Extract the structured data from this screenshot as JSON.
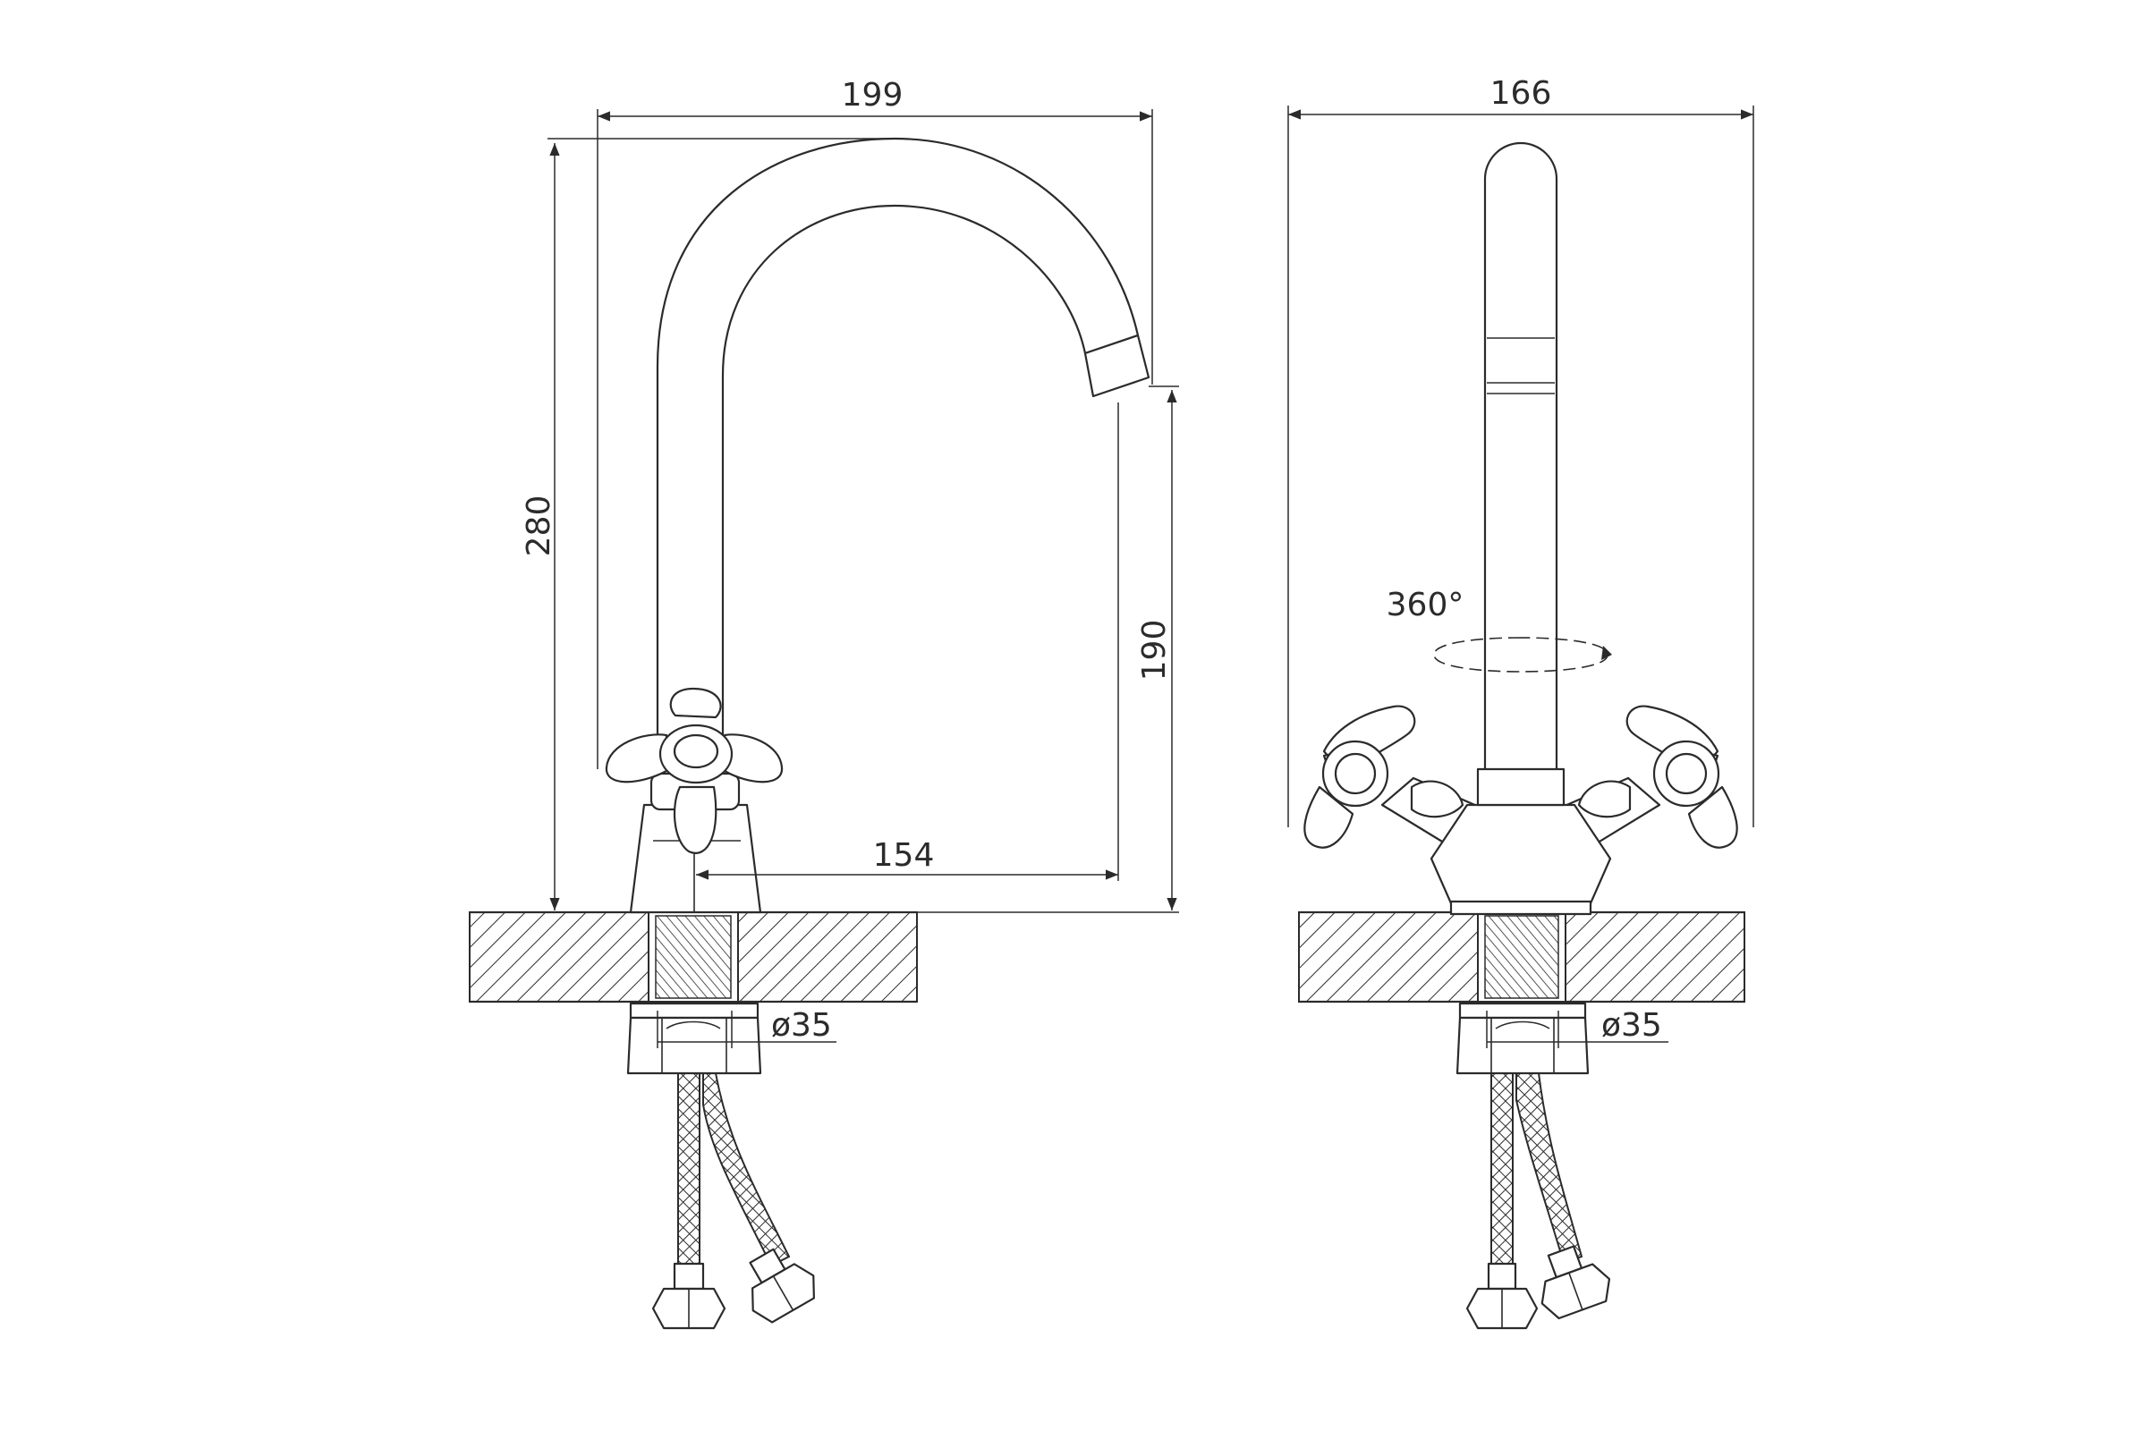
{
  "side_view": {
    "width_dim": "199",
    "height_dim": "280",
    "spout_clearance_dim": "190",
    "reach_dim": "154",
    "mount_hole_dim": "ø35"
  },
  "front_view": {
    "width_dim": "166",
    "rotation_label": "360°",
    "mount_hole_dim": "ø35"
  },
  "colors": {
    "line": "#2b2b2b",
    "background": "#ffffff"
  }
}
